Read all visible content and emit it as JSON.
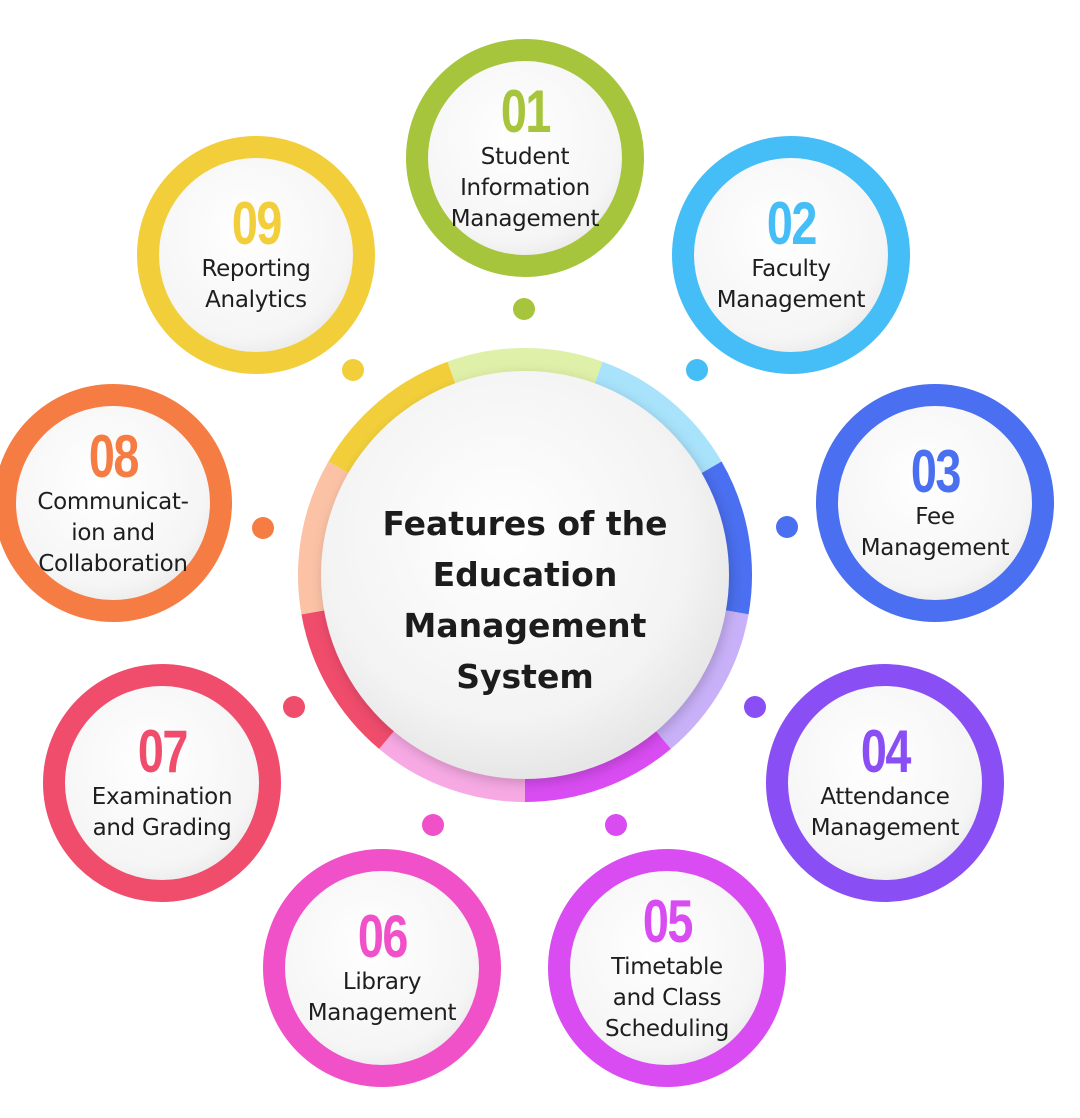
{
  "center": {
    "title": "Features of the\nEducation\nManagement\nSystem"
  },
  "features": [
    {
      "number": "01",
      "label": "Student\nInformation\nManagement",
      "color": "#a6c53c",
      "arc_color": "#dff0a8"
    },
    {
      "number": "02",
      "label": "Faculty\nManagement",
      "color": "#45bdf6",
      "arc_color": "#a8e2fb"
    },
    {
      "number": "03",
      "label": "Fee\nManagement",
      "color": "#4a6ff0",
      "arc_color": "#4a6ff0"
    },
    {
      "number": "04",
      "label": "Attendance\nManagement",
      "color": "#8a4ef5",
      "arc_color": "#c9b1f9"
    },
    {
      "number": "05",
      "label": "Timetable\nand Class\nScheduling",
      "color": "#d94cf2",
      "arc_color": "#d94cf2"
    },
    {
      "number": "06",
      "label": "Library\nManagement",
      "color": "#f050c8",
      "arc_color": "#f7a9e4"
    },
    {
      "number": "07",
      "label": "Examination\nand Grading",
      "color": "#f04c6c",
      "arc_color": "#f04c6c"
    },
    {
      "number": "08",
      "label": "Communicat-\nion and\nCollaboration",
      "color": "#f57c42",
      "arc_color": "#fbc2a6"
    },
    {
      "number": "09",
      "label": "Reporting\nAnalytics",
      "color": "#f2cf3a",
      "arc_color": "#f2cf3a"
    }
  ]
}
